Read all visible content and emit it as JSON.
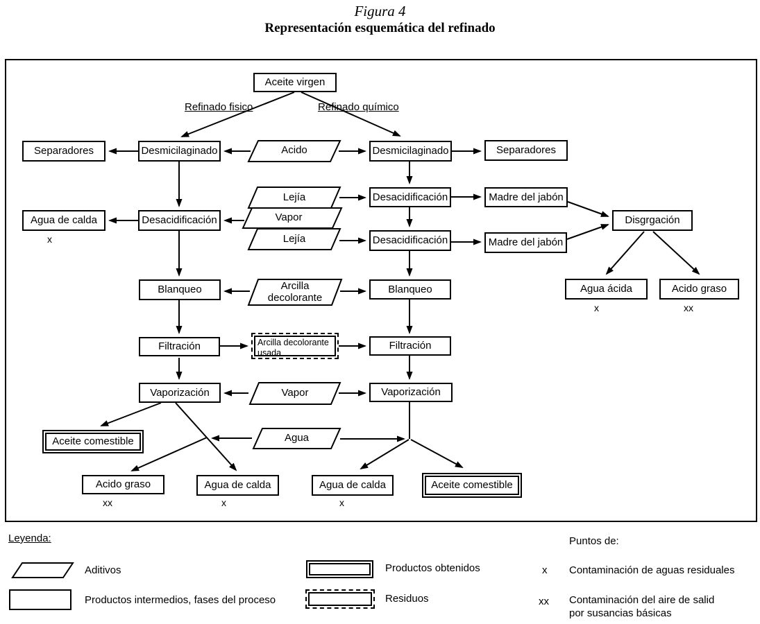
{
  "colors": {
    "ink": "#000000",
    "paper": "#ffffff"
  },
  "title": {
    "figure_label": "Figura 4",
    "heading": "Representación esquemática del refinado"
  },
  "branches": {
    "physical": "Refinado fisico",
    "chemical": "Refinado químico"
  },
  "nodes": {
    "aceite_virgen": "Aceite virgen",
    "separadores_fis": "Separadores",
    "desmicilaginado_fis": "Desmicilaginado",
    "acido": "Acido",
    "desmicilaginado_quim": "Desmicilaginado",
    "separadores_quim": "Separadores",
    "agua_calda_fis": "Agua de calda",
    "desacidificacion_fis": "Desacidificación",
    "lejia_1": "Lejía",
    "vapor_1": "Vapor",
    "lejia_2": "Lejía",
    "desacidificacion_quim_1": "Desacidificación",
    "desacidificacion_quim_2": "Desacidificación",
    "madre_jabon_1": "Madre del jabón",
    "madre_jabon_2": "Madre del jabón",
    "disgrgacion": "Disgrgación",
    "agua_acida": "Agua ácida",
    "acido_graso_der": "Acido graso",
    "blanqueo_fis": "Blanqueo",
    "arcilla_line1": "Arcilla",
    "arcilla_line2": "decolorante",
    "blanqueo_quim": "Blanqueo",
    "filtracion_fis": "Filtración",
    "arcilla_usada_line1": "Arcilla decolorante",
    "arcilla_usada_line2": "usada",
    "filtracion_quim": "Filtración",
    "vaporizacion_fis": "Vaporización",
    "vapor_2": "Vapor",
    "vaporizacion_quim": "Vaporización",
    "aceite_comestible_fis": "Aceite comestible",
    "agua": "Agua",
    "acido_graso_fis": "Acido graso",
    "agua_calda_fis2": "Agua de calda",
    "agua_calda_quim": "Agua de calda",
    "aceite_comestible_quim": "Aceite comestible"
  },
  "markers": {
    "single": "x",
    "double": "xx"
  },
  "legend": {
    "title": "Leyenda:",
    "aditivos": "Aditivos",
    "intermedios": "Productos intermedios, fases del proceso",
    "obtenidos": "Productos obtenidos",
    "residuos": "Residuos",
    "puntos_title": "Puntos de:",
    "x_symbol": "x",
    "x_text": "Contaminación de aguas residuales",
    "xx_symbol": "xx",
    "xx_text_line1": "Contaminación del aire de salid",
    "xx_text_line2": "por susancias básicas"
  },
  "edges": [
    {
      "from": "aceite_virgen",
      "to": "desmicilaginado_fis",
      "label": "Refinado fisico"
    },
    {
      "from": "aceite_virgen",
      "to": "desmicilaginado_quim",
      "label": "Refinado químico"
    },
    {
      "from": "desmicilaginado_fis",
      "to": "separadores_fis"
    },
    {
      "from": "acido",
      "to": "desmicilaginado_fis"
    },
    {
      "from": "acido",
      "to": "desmicilaginado_quim"
    },
    {
      "from": "desmicilaginado_quim",
      "to": "separadores_quim"
    },
    {
      "from": "desmicilaginado_fis",
      "to": "desacidificacion_fis"
    },
    {
      "from": "desmicilaginado_quim",
      "to": "desacidificacion_quim_1"
    },
    {
      "from": "desacidificacion_fis",
      "to": "agua_calda_fis"
    },
    {
      "from": "vapor_1",
      "to": "desacidificacion_fis"
    },
    {
      "from": "lejia_1",
      "to": "desacidificacion_quim_1"
    },
    {
      "from": "lejia_2",
      "to": "desacidificacion_quim_2"
    },
    {
      "from": "desacidificacion_quim_1",
      "to": "madre_jabon_1"
    },
    {
      "from": "desacidificacion_quim_1",
      "to": "desacidificacion_quim_2"
    },
    {
      "from": "desacidificacion_quim_2",
      "to": "madre_jabon_2"
    },
    {
      "from": "madre_jabon_1",
      "to": "disgrgacion"
    },
    {
      "from": "madre_jabon_2",
      "to": "disgrgacion"
    },
    {
      "from": "disgrgacion",
      "to": "agua_acida"
    },
    {
      "from": "disgrgacion",
      "to": "acido_graso_der"
    },
    {
      "from": "desacidificacion_fis",
      "to": "blanqueo_fis"
    },
    {
      "from": "desacidificacion_quim_2",
      "to": "blanqueo_quim"
    },
    {
      "from": "arcilla",
      "to": "blanqueo_fis"
    },
    {
      "from": "arcilla",
      "to": "blanqueo_quim"
    },
    {
      "from": "blanqueo_fis",
      "to": "filtracion_fis"
    },
    {
      "from": "blanqueo_quim",
      "to": "filtracion_quim"
    },
    {
      "from": "filtracion_fis",
      "to": "arcilla_usada"
    },
    {
      "from": "arcilla_usada",
      "to": "filtracion_quim"
    },
    {
      "from": "filtracion_fis",
      "to": "vaporizacion_fis"
    },
    {
      "from": "filtracion_quim",
      "to": "vaporizacion_quim"
    },
    {
      "from": "vapor_2",
      "to": "vaporizacion_fis"
    },
    {
      "from": "vapor_2",
      "to": "vaporizacion_quim"
    },
    {
      "from": "vaporizacion_fis",
      "to": "aceite_comestible_fis"
    },
    {
      "from": "vaporizacion_fis",
      "to": "agua_calda_fis2"
    },
    {
      "from": "agua",
      "to": "junction_fis"
    },
    {
      "from": "junction_fis",
      "to": "acido_graso_fis"
    },
    {
      "from": "vaporizacion_quim",
      "to": "junction_quim"
    },
    {
      "from": "agua",
      "to": "junction_quim"
    },
    {
      "from": "junction_quim",
      "to": "agua_calda_quim"
    },
    {
      "from": "junction_quim",
      "to": "aceite_comestible_quim"
    }
  ]
}
